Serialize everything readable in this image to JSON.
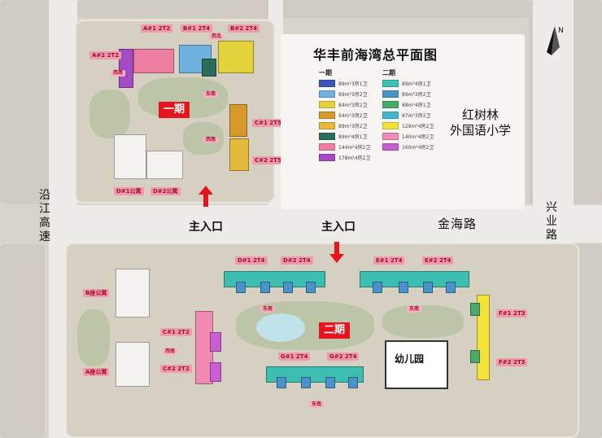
{
  "title": "华丰前海湾总平面图",
  "phases": {
    "phase1": "一期",
    "phase2": "二期"
  },
  "legend": {
    "phase1_header": "一期",
    "phase2_header": "二期",
    "phase1_items": [
      {
        "label": "89m²3房1卫",
        "color": "#3a57b8"
      },
      {
        "label": "89m²3房2卫",
        "color": "#6fb1df"
      },
      {
        "label": "84m²3房2卫",
        "color": "#e3d23c"
      },
      {
        "label": "94m²3房2卫",
        "color": "#d79a2a"
      },
      {
        "label": "89m²3房2卫",
        "color": "#e5b93a"
      },
      {
        "label": "89m²4房1卫",
        "color": "#2a6d5a"
      },
      {
        "label": "144m²4房2卫",
        "color": "#ee7fa0"
      },
      {
        "label": "178m²4房2卫",
        "color": "#a44ac4"
      }
    ],
    "phase2_items": [
      {
        "label": "89m²4房1卫",
        "color": "#3cbfb0"
      },
      {
        "label": "89m²3房2卫",
        "color": "#4a93c8"
      },
      {
        "label": "88m²4房1卫",
        "color": "#4aa86a"
      },
      {
        "label": "87m²3房2卫",
        "color": "#45b7d6"
      },
      {
        "label": "129m²4房2卫",
        "color": "#f2e23a"
      },
      {
        "label": "140m²4房2卫",
        "color": "#f08bb4"
      },
      {
        "label": "160m²4房2卫",
        "color": "#c95ed0"
      }
    ]
  },
  "school": {
    "line1": "红树林",
    "line2": "外国语小学"
  },
  "roads": {
    "jinhai": "金海路",
    "xingye": "兴业路",
    "yanjiang": "沿江高速"
  },
  "entrances": {
    "left": "主入口",
    "right": "主入口"
  },
  "kindergarten": "幼儿园",
  "building_tags": {
    "a1": "A#1 2T2",
    "a2": "A#2 2T2",
    "b1": "B#1 2T4",
    "b2": "B#2 2T4",
    "c1": "C#1 2T5",
    "c2": "C#2 2T5",
    "d1": "D#1公寓",
    "d2": "D#2公寓",
    "p2d1": "D#1 2T4",
    "p2d2": "D#2 2T4",
    "p2e1": "E#1 2T4",
    "p2e2": "E#2 2T4",
    "p2c1": "C#1 2T2",
    "p2c2": "C#2 2T2",
    "p2g1": "G#1 2T4",
    "p2g2": "G#2 2T4",
    "p2f1": "F#1 2T3",
    "p2f2": "F#2 2T3",
    "p2b": "B座公寓",
    "p2a": "A座公寓"
  },
  "orientation_tags": {
    "xinan": "西南",
    "dongnan": "东南",
    "xibei": "西北",
    "dongnan2": "东南"
  },
  "compass": "N"
}
